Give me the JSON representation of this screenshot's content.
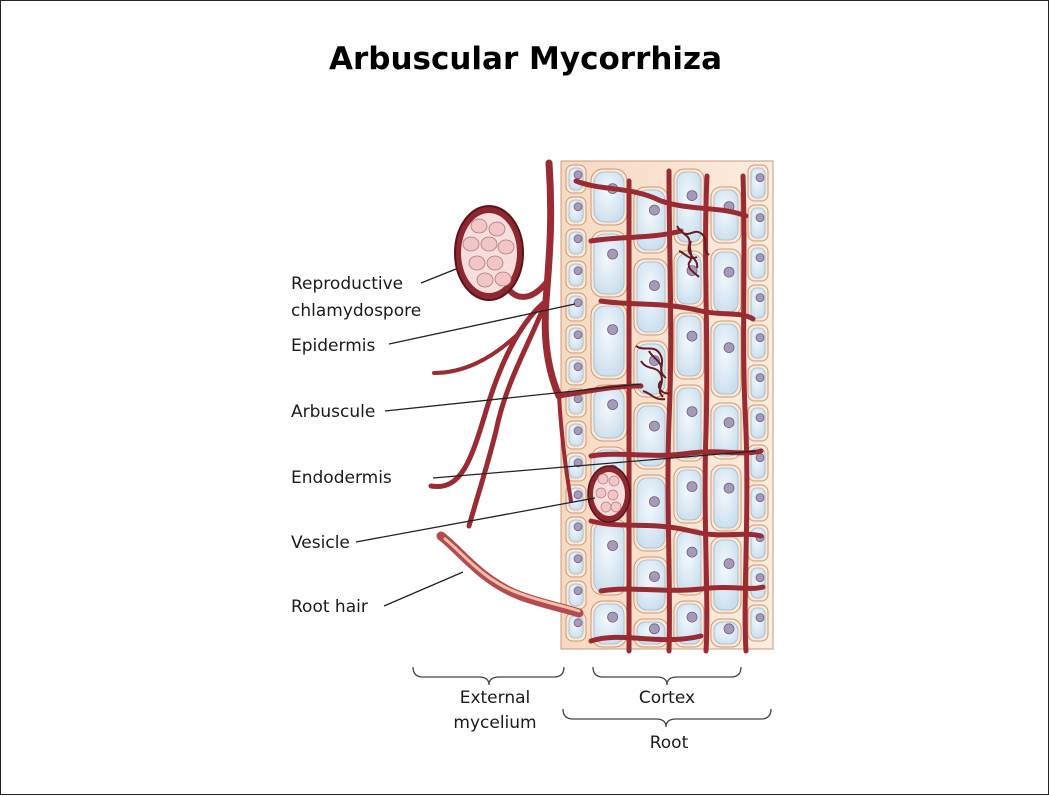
{
  "slide": {
    "title": "Arbuscular Mycorrhiza"
  },
  "labels": {
    "reproductive": "Reproductive",
    "chlamydospore": "chlamydospore",
    "epidermis": "Epidermis",
    "arbuscule": "Arbuscule",
    "endodermis": "Endodermis",
    "vesicle": "Vesicle",
    "root_hair": "Root hair"
  },
  "brackets": {
    "external": "External",
    "mycelium": "mycelium",
    "cortex": "Cortex",
    "root": "Root"
  },
  "colors": {
    "hypha": "#9b2b33",
    "hypha_dark": "#6b1a20",
    "cell_wall": "#e8c9a8",
    "cell_fill": "#fbe7d6",
    "vacuole": "#dcebf5",
    "nucleus": "#a79ab8",
    "spore": "#f2c6c6",
    "line": "#222222"
  }
}
